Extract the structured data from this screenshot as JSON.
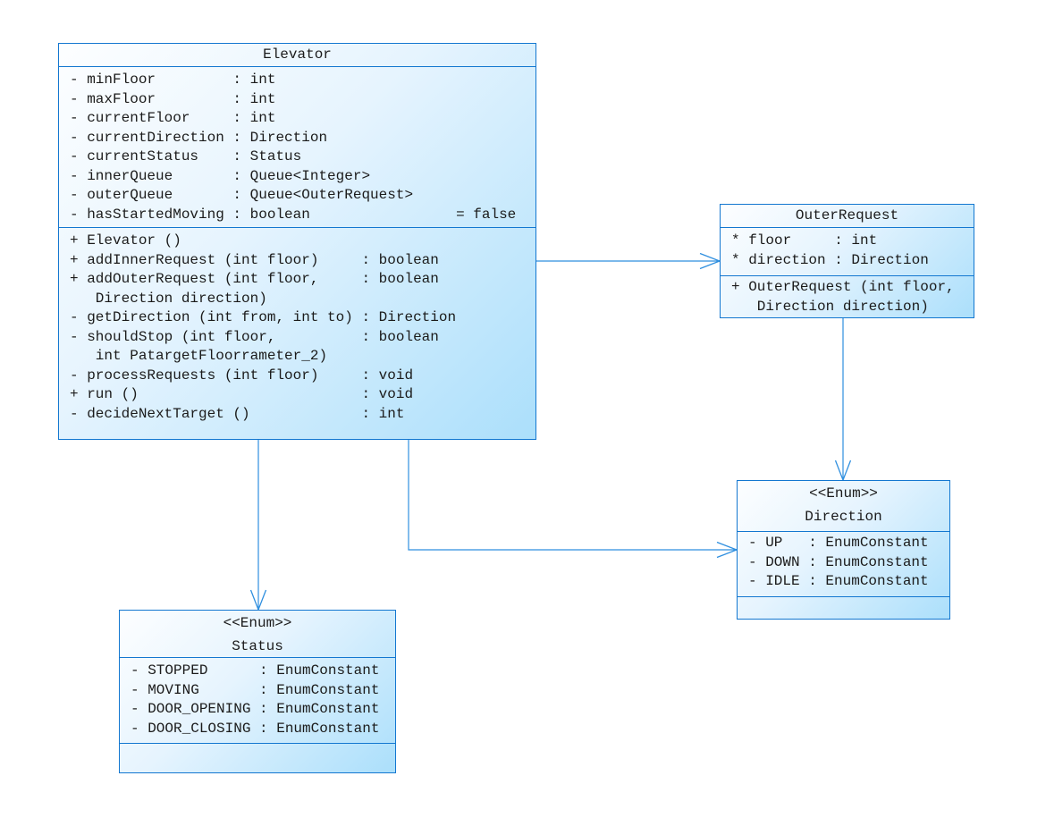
{
  "colors": {
    "background": "#ffffff",
    "box_border": "#1377d0",
    "box_fill_light": "#fdfeff",
    "box_fill_dark": "#abdffb",
    "edge_stroke": "#2f8fdf",
    "text": "#1b1b1b"
  },
  "classes": {
    "elevator": {
      "title": "Elevator",
      "attributes": [
        "- minFloor         : int",
        "- maxFloor         : int",
        "- currentFloor     : int",
        "- currentDirection : Direction",
        "- currentStatus    : Status",
        "- innerQueue       : Queue<Integer>",
        "- outerQueue       : Queue<OuterRequest>",
        "- hasStartedMoving : boolean                 = false"
      ],
      "methods": [
        "+ Elevator ()",
        "+ addInnerRequest (int floor)     : boolean",
        "+ addOuterRequest (int floor,     : boolean",
        "   Direction direction)",
        "- getDirection (int from, int to) : Direction",
        "- shouldStop (int floor,          : boolean",
        "   int PatargetFloorrameter_2)",
        "- processRequests (int floor)     : void",
        "+ run ()                          : void",
        "- decideNextTarget ()             : int"
      ]
    },
    "outer_request": {
      "title": "OuterRequest",
      "attributes": [
        "* floor     : int",
        "* direction : Direction"
      ],
      "methods": [
        "+ OuterRequest (int floor,",
        "   Direction direction)"
      ]
    },
    "direction": {
      "stereotype": "<<Enum>>",
      "title": "Direction",
      "attributes": [
        "- UP   : EnumConstant",
        "- DOWN : EnumConstant",
        "- IDLE : EnumConstant"
      ],
      "methods": []
    },
    "status": {
      "stereotype": "<<Enum>>",
      "title": "Status",
      "attributes": [
        "- STOPPED      : EnumConstant",
        "- MOVING       : EnumConstant",
        "- DOOR_OPENING : EnumConstant",
        "- DOOR_CLOSING : EnumConstant"
      ],
      "methods": []
    }
  },
  "edges": [
    {
      "name": "elevator-to-outerrequest",
      "from": "Elevator",
      "to": "OuterRequest",
      "type": "directed-association"
    },
    {
      "name": "elevator-to-status",
      "from": "Elevator",
      "to": "Status",
      "type": "directed-association"
    },
    {
      "name": "elevator-to-direction",
      "from": "Elevator",
      "to": "Direction",
      "type": "directed-association"
    },
    {
      "name": "outerrequest-to-direction",
      "from": "OuterRequest",
      "to": "Direction",
      "type": "directed-association"
    }
  ]
}
